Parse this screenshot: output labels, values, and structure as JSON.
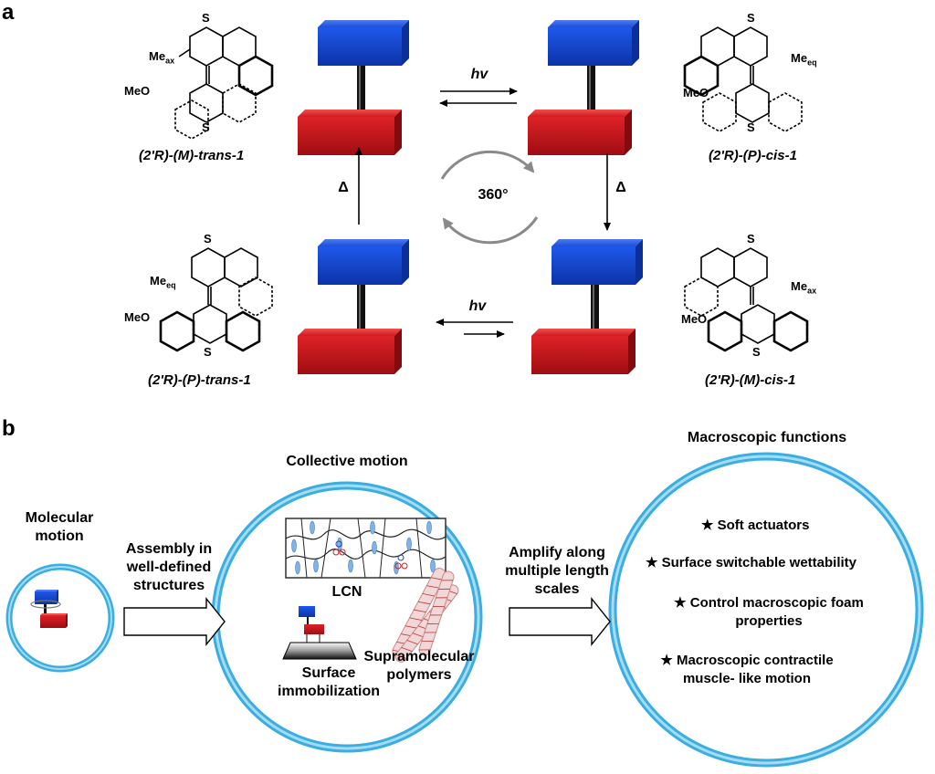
{
  "panel_a": {
    "label": "a",
    "hv_top": "hv",
    "hv_bottom": "hv",
    "delta_left": "Δ",
    "delta_right": "Δ",
    "rotation": "360°",
    "captions": {
      "top_left": "(2'R)-(M)-trans-1",
      "top_right": "(2'R)-(P)-cis-1",
      "bottom_left": "(2'R)-(P)-trans-1",
      "bottom_right": "(2'R)-(M)-cis-1"
    },
    "atoms": {
      "s": "S",
      "me": "Me",
      "ax": "ax",
      "eq": "eq",
      "meo": "MeO"
    }
  },
  "panel_b": {
    "label": "b",
    "molecular_motion": "Molecular\nmotion",
    "assembly": "Assembly in\nwell-defined\nstructures",
    "collective_motion": "Collective motion",
    "lcn": "LCN",
    "surface": "Surface\nimmobilization",
    "supramolecular": "Supramolecular\npolymers",
    "amplify": "Amplify along\nmultiple length\nscales",
    "macroscopic_title": "Macroscopic functions",
    "functions": [
      "★ Soft actuators",
      "★ Surface switchable wettability",
      "★ Control macroscopic foam\nproperties",
      "★ Macroscopic contractile\nmuscle- like motion"
    ]
  },
  "colors": {
    "blue": "#1c4fd8",
    "red": "#d3181f",
    "ring": "#3aaee0",
    "gray": "#8a8a8a"
  }
}
